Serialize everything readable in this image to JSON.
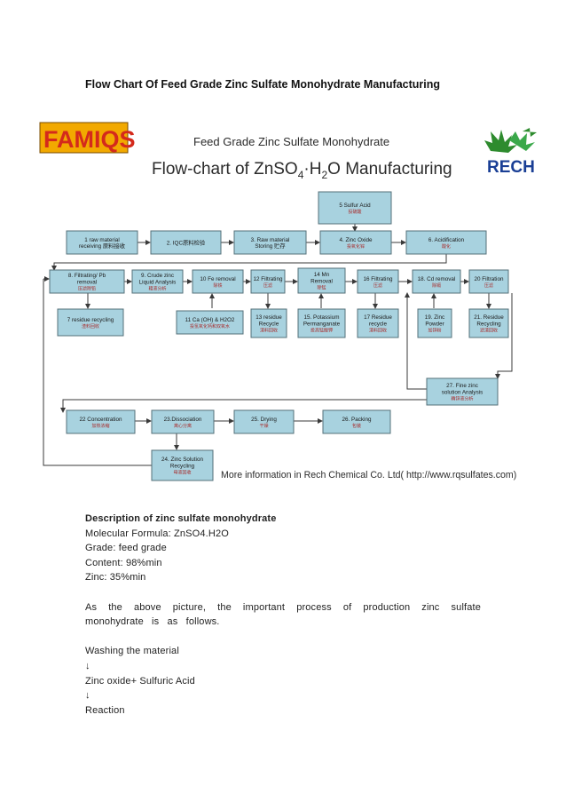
{
  "page_title": "Flow Chart Of Feed Grade Zinc Sulfate Monohydrate Manufacturing",
  "figure": {
    "famiqs_logo": "FAMIQS",
    "rech_logo": "RECH",
    "header_line1": "Feed Grade Zinc Sulfate Monohydrate",
    "header_line2_prefix": "Flow-chart of ZnSO",
    "header_line2_sub1": "4",
    "header_line2_mid": "·H",
    "header_line2_sub2": "2",
    "header_line2_suffix": "O Manufacturing",
    "footer": "More information in Rech Chemical Co. Ltd( http://www.rqsulfates.com)",
    "steps": {
      "s1": [
        "1 raw material",
        "receiving 原料接收"
      ],
      "s2": [
        "2. IQC原料检验"
      ],
      "s3": [
        "3. Raw material",
        "Storing 贮存"
      ],
      "s4": [
        "4. Zinc Oxide",
        "投氧化锌"
      ],
      "s5": [
        "5 Sulfur Acid",
        "投硫酸"
      ],
      "s6": [
        "6. Acidification",
        "酸化"
      ],
      "s8": [
        "8. Filtrating/ Pb",
        "removal",
        "压滤除铅"
      ],
      "s9": [
        "9. Crude zinc",
        "Liquid Analysis",
        "粗液分析"
      ],
      "s10": [
        "10 Fe removal",
        "除铁"
      ],
      "s12": [
        "12 Filtrating",
        "压滤"
      ],
      "s14": [
        "14 Mn",
        "Removal",
        "除锰"
      ],
      "s16": [
        "16 Filtrating",
        "压滤"
      ],
      "s18": [
        "18. Cd removal",
        "除镉"
      ],
      "s20": [
        "20 Filtration",
        "压滤"
      ],
      "s7": [
        "7 residue recycling",
        "渣料回收"
      ],
      "s11": [
        "11 Ca (OH) & H2O2",
        "投氢氧化钙和双氧水"
      ],
      "s13": [
        "13 residue",
        "Recycle",
        "渣料回收"
      ],
      "s15": [
        "15. Potassium",
        "Permanganate",
        "投高锰酸钾"
      ],
      "s17": [
        "17 Residue",
        "recycle",
        "渣料回收"
      ],
      "s19": [
        "19. Zinc",
        "Powder",
        "加锌粉"
      ],
      "s21": [
        "21. Residue",
        "Recycling",
        "滤渣回收"
      ],
      "s27": [
        "27. Fine zinc",
        "solution Analysis",
        "精锌液分析"
      ],
      "s22": [
        "22 Concentration",
        "加热浓缩"
      ],
      "s23": [
        "23.Dissociation",
        "离心分离"
      ],
      "s25": [
        "25. Drying",
        "干燥"
      ],
      "s26": [
        "26. Packing",
        "包装"
      ],
      "s24": [
        "24. Zinc Solution",
        "Recycling",
        "母液回收"
      ]
    }
  },
  "description": {
    "heading": "Description of zinc sulfate monohydrate",
    "formula": "Molecular Formula: ZnSO4.H2O",
    "grade": "Grade: feed grade",
    "content": "Content: 98%min",
    "zinc": "Zinc: 35%min",
    "paragraph": "As the above picture, the important process of production zinc sulfate monohydrate is as follows.",
    "process": [
      "Washing the material",
      "↓",
      "Zinc oxide+ Sulfuric Acid",
      "↓",
      "Reaction"
    ]
  },
  "colors": {
    "box_fill": "#a8d2df",
    "chinese_text": "#a82a2a",
    "famiqs_gold": "#f2a900",
    "famiqs_red": "#d42a1c",
    "rech_blue": "#1a3f95",
    "leaf_green": "#2e8b2e"
  }
}
